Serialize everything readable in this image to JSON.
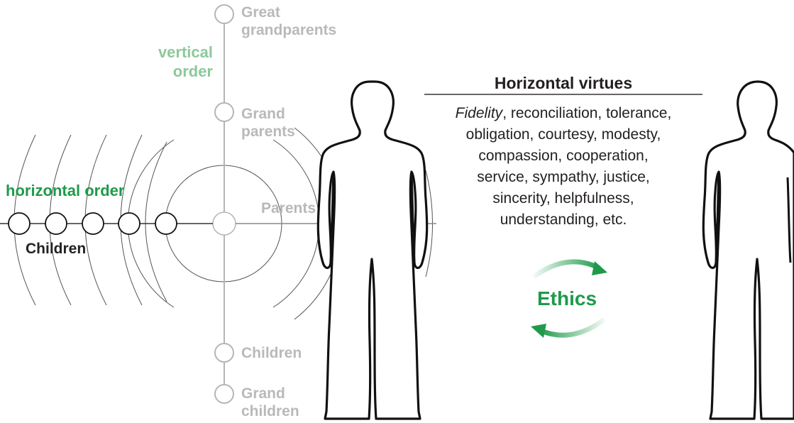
{
  "generation_labels": {
    "great_grandparents_line1": "Great",
    "great_grandparents_line2": "grandparents",
    "grandparents_line1": "Grand",
    "grandparents_line2": "parents",
    "parents": "Parents",
    "children": "Children",
    "grandchildren_line1": "Grand",
    "grandchildren_line2": "children"
  },
  "vertical_order": {
    "line1": "vertical",
    "line2": "order"
  },
  "horizontal_order": "horizontal order",
  "siblings_label": "Children",
  "virtues": {
    "title": "Horizontal virtues",
    "italic_word": "Fidelity",
    "lines": [
      ", reconciliation, tolerance,",
      "obligation, courtesy, modesty,",
      "compassion, cooperation,",
      "service, sympathy, justice,",
      "sincerity, helpfulness,",
      "understanding, etc."
    ]
  },
  "ethics_label": "Ethics",
  "colors": {
    "vertical_axis": "#b5b5b5",
    "vertical_label": "#8cc99a",
    "horizontal_label": "#1f9a4b",
    "ethics_green": "#1f9a4b",
    "outline": "#111111",
    "arc_gray": "#555555"
  }
}
